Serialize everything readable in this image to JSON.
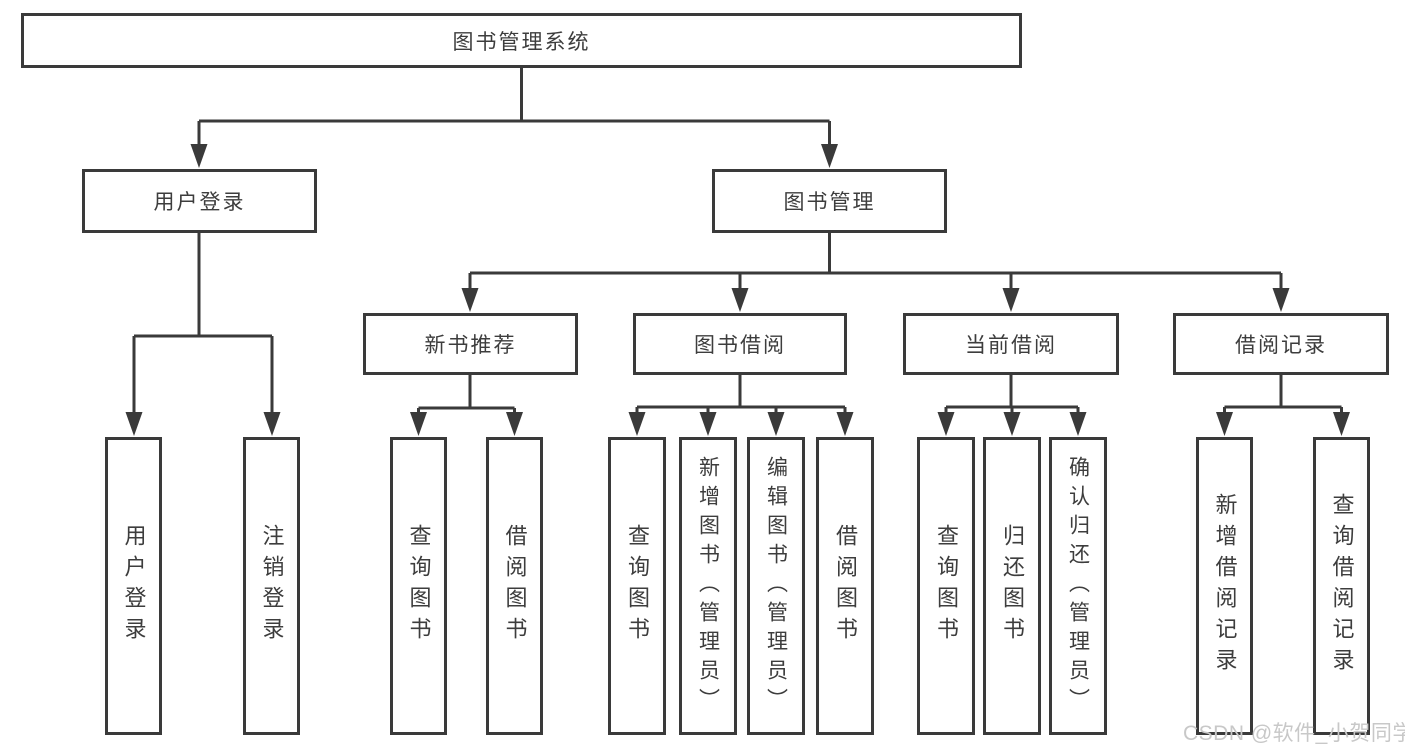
{
  "colors": {
    "line": "#3a3a3a",
    "text": "#3d3d3d",
    "box-bg": "#ffffff",
    "page-bg": "#ffffff",
    "watermark": "#c8c8c8"
  },
  "diagram": {
    "root": {
      "label": "图书管理系统"
    },
    "branches": [
      {
        "label": "用户登录",
        "children": [
          {
            "label": "用户登录"
          },
          {
            "label": "注销登录"
          }
        ]
      },
      {
        "label": "图书管理",
        "groups": [
          {
            "label": "新书推荐",
            "children": [
              {
                "label": "查询图书"
              },
              {
                "label": "借阅图书"
              }
            ]
          },
          {
            "label": "图书借阅",
            "children": [
              {
                "label": "查询图书"
              },
              {
                "label": "新增图书（管理员）"
              },
              {
                "label": "编辑图书（管理员）"
              },
              {
                "label": "借阅图书"
              }
            ]
          },
          {
            "label": "当前借阅",
            "children": [
              {
                "label": "查询图书"
              },
              {
                "label": "归还图书"
              },
              {
                "label": "确认归还（管理员）"
              }
            ]
          },
          {
            "label": "借阅记录",
            "children": [
              {
                "label": "新增借阅记录"
              },
              {
                "label": "查询借阅记录"
              }
            ]
          }
        ]
      }
    ]
  },
  "watermark": {
    "text": "CSDN @软件_小贺同学"
  }
}
